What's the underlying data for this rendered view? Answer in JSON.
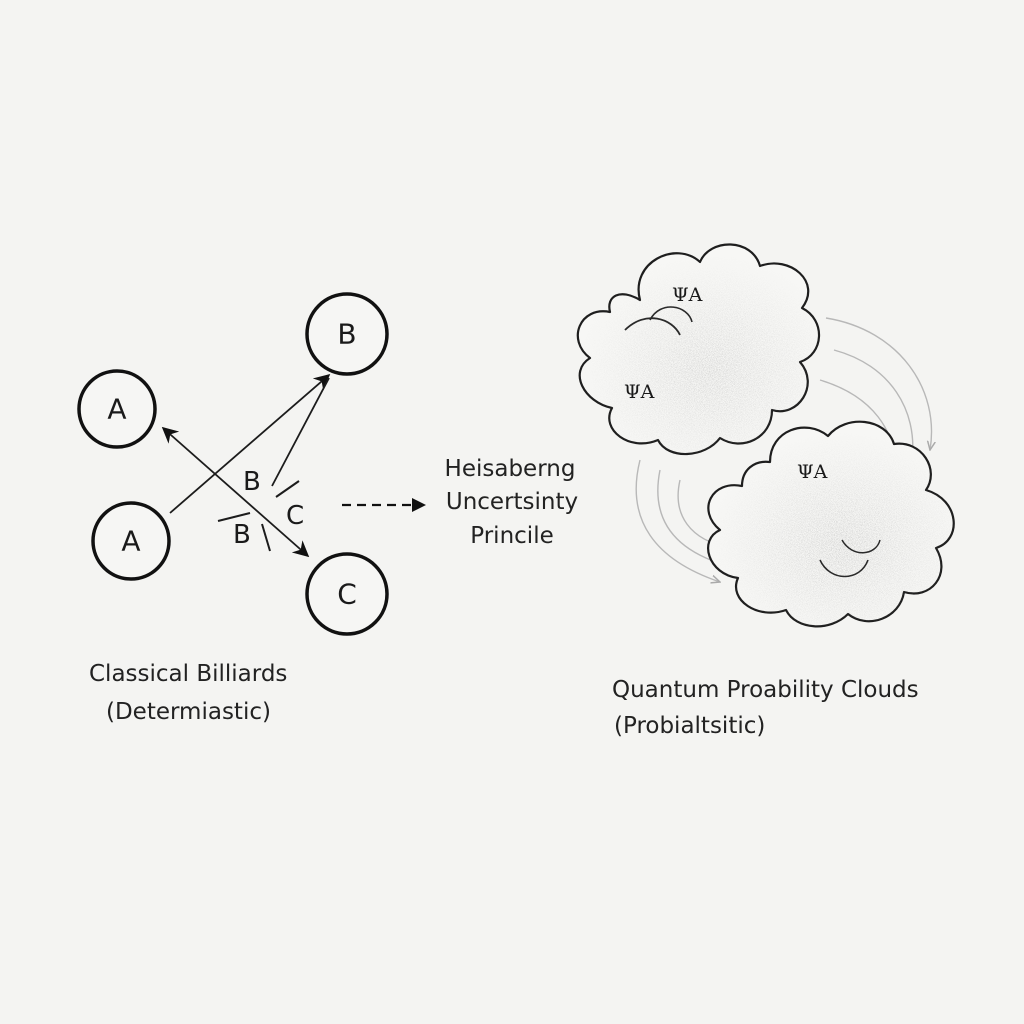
{
  "classical": {
    "balls": [
      {
        "label": "A"
      },
      {
        "label": "A"
      },
      {
        "label": "B"
      },
      {
        "label": "C"
      }
    ],
    "mid_labels": [
      "B",
      "C",
      "B"
    ],
    "caption_line1": "Classical Billiards",
    "caption_line2": "(Determiastic)"
  },
  "transition": {
    "line1": "Heisaberng",
    "line2": "Uncertsinty",
    "line3": "Princile"
  },
  "quantum": {
    "cloud_labels": [
      "ΨA",
      "ΨA",
      "ΨA"
    ],
    "caption_line1": "Quantum Proability Clouds",
    "caption_line2": "(Probialtsitic)"
  }
}
